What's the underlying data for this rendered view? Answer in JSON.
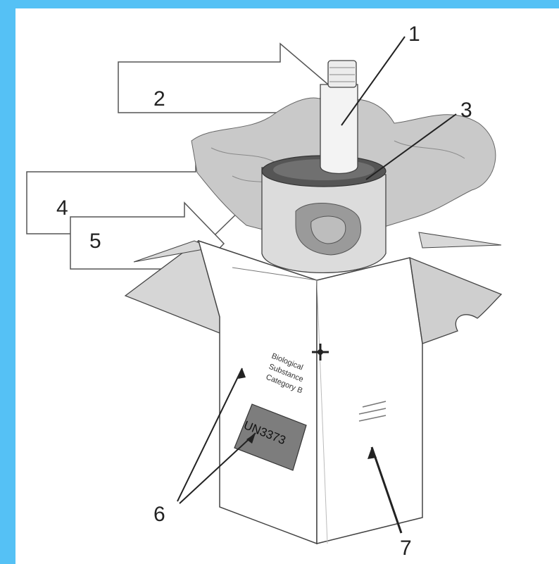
{
  "callouts": {
    "n1": "1",
    "n2": "2",
    "n3": "3",
    "n4": "4",
    "n5": "5",
    "n6": "6",
    "n7": "7"
  },
  "box_label": {
    "line1": "Biological",
    "line2": "Substance",
    "line3": "Category B"
  },
  "un_label": "UN3373",
  "colors": {
    "border": "#55c1f5",
    "background": "#ffffff",
    "ink": "#222222"
  }
}
